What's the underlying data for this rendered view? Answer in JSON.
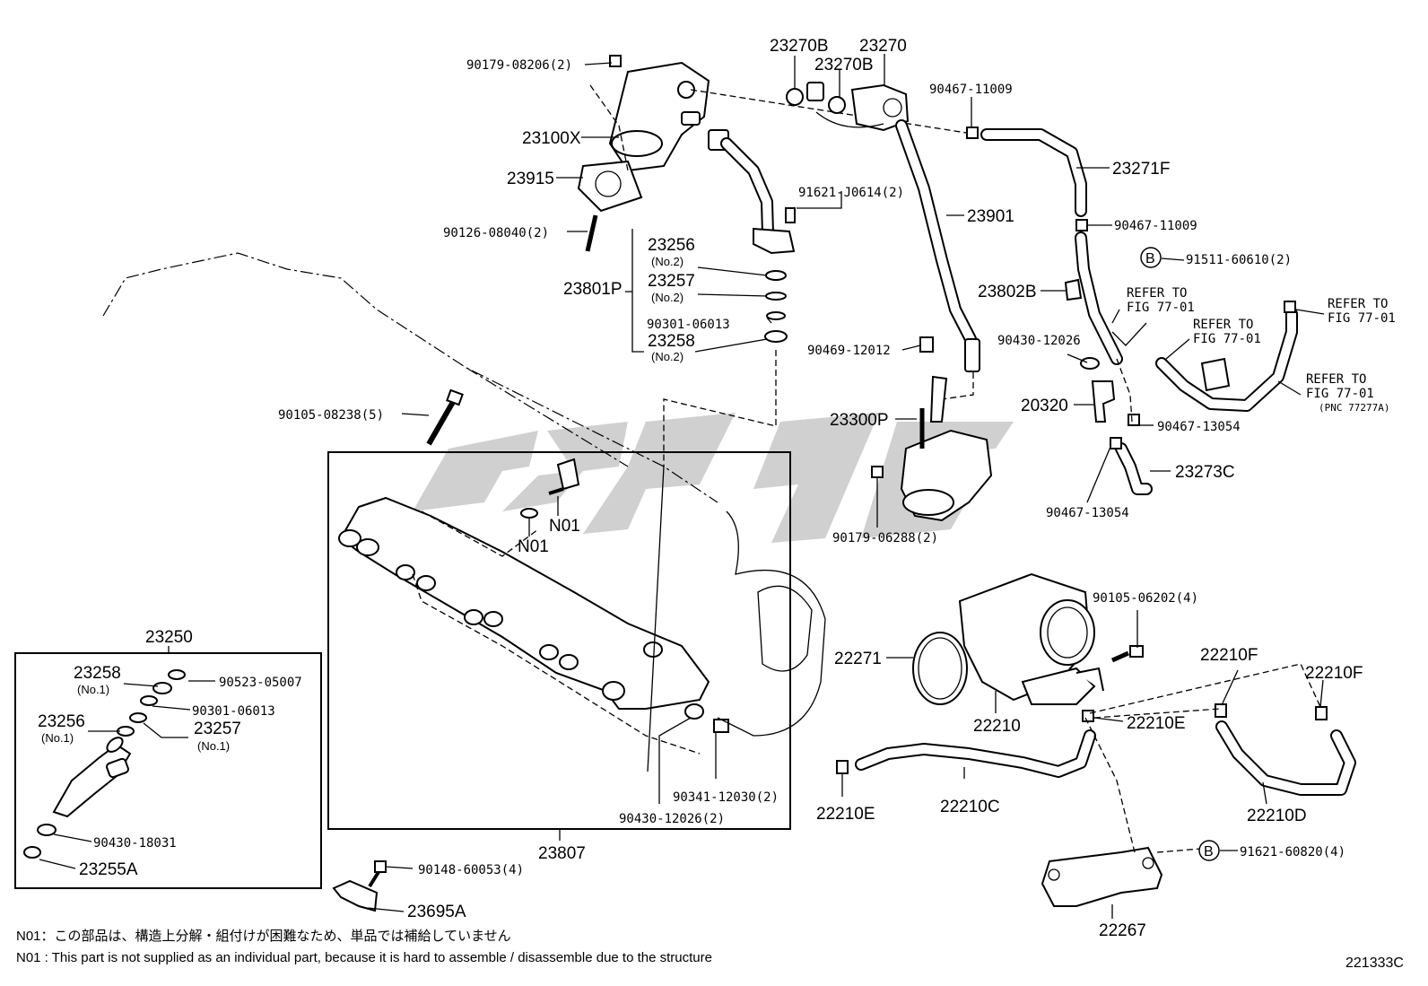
{
  "callouts": {
    "p23270B_a": "23270B",
    "p23270": "23270",
    "p23270B_b": "23270B",
    "p90179_08206": "90179-08206(2)",
    "p23100X": "23100X",
    "p23915": "23915",
    "p90126_08040": "90126-08040(2)",
    "p90467_11009_a": "90467-11009",
    "p23271F": "23271F",
    "p91621_J0614": "91621-J0614(2)",
    "p23901": "23901",
    "p90467_11009_b": "90467-11009",
    "p91511_60610": "91511-60610(2)",
    "p23256": "23256",
    "p23256_no": "(No.2)",
    "p23257": "23257",
    "p23257_no": "(No.2)",
    "p23801P": "23801P",
    "p90301_06013_a": "90301-06013",
    "p23258": "23258",
    "p23258_no": "(No.2)",
    "p23802B": "23802B",
    "p90469_12012": "90469-12012",
    "p90430_12026_a": "90430-12026",
    "p20320": "20320",
    "p90467_13054_a": "90467-13054",
    "p90105_08238": "90105-08238(5)",
    "p23300P": "23300P",
    "p23273C": "23273C",
    "p90467_13054_b": "90467-13054",
    "pN01_a": "N01",
    "pN01_b": "N01",
    "p90179_06288": "90179-06288(2)",
    "p90105_06202": "90105-06202(4)",
    "p22271": "22271",
    "p22210F_a": "22210F",
    "p22210F_b": "22210F",
    "p22210": "22210",
    "p22210E_a": "22210E",
    "p22210E_b": "22210E",
    "p22210C": "22210C",
    "p22210D": "22210D",
    "p90341_12030": "90341-12030(2)",
    "p90430_12026_b": "90430-12026(2)",
    "p23807": "23807",
    "p91621_60820": "91621-60820(4)",
    "p22267": "22267",
    "p23250": "23250",
    "p23258_box": "23258",
    "p23258_box_no": "(No.1)",
    "p90523_05007": "90523-05007",
    "p90301_06013_b": "90301-06013",
    "p23256_box": "23256",
    "p23256_box_no": "(No.1)",
    "p23257_box": "23257",
    "p23257_box_no": "(No.1)",
    "p90430_18031": "90430-18031",
    "p23255A": "23255A",
    "p90148_60053": "90148-60053(4)",
    "p23695A": "23695A",
    "bolt_mark": "B"
  },
  "refer": {
    "r1_a": "REFER TO",
    "r1_b": "FIG 77-01",
    "r2_a": "REFER TO",
    "r2_b": "FIG 77-01",
    "r3_a": "REFER TO",
    "r3_b": "FIG 77-01",
    "r4_a": "REFER TO",
    "r4_b": "FIG 77-01",
    "r4_c": "(PNC 77277A)"
  },
  "notes": {
    "jp": "N01：この部品は、構造上分解・組付けが困難なため、単品では補給していません",
    "en": "N01 : This part is not supplied as an individual part, because it is hard to assemble / disassemble due to the structure"
  },
  "figure_code": "221333C"
}
